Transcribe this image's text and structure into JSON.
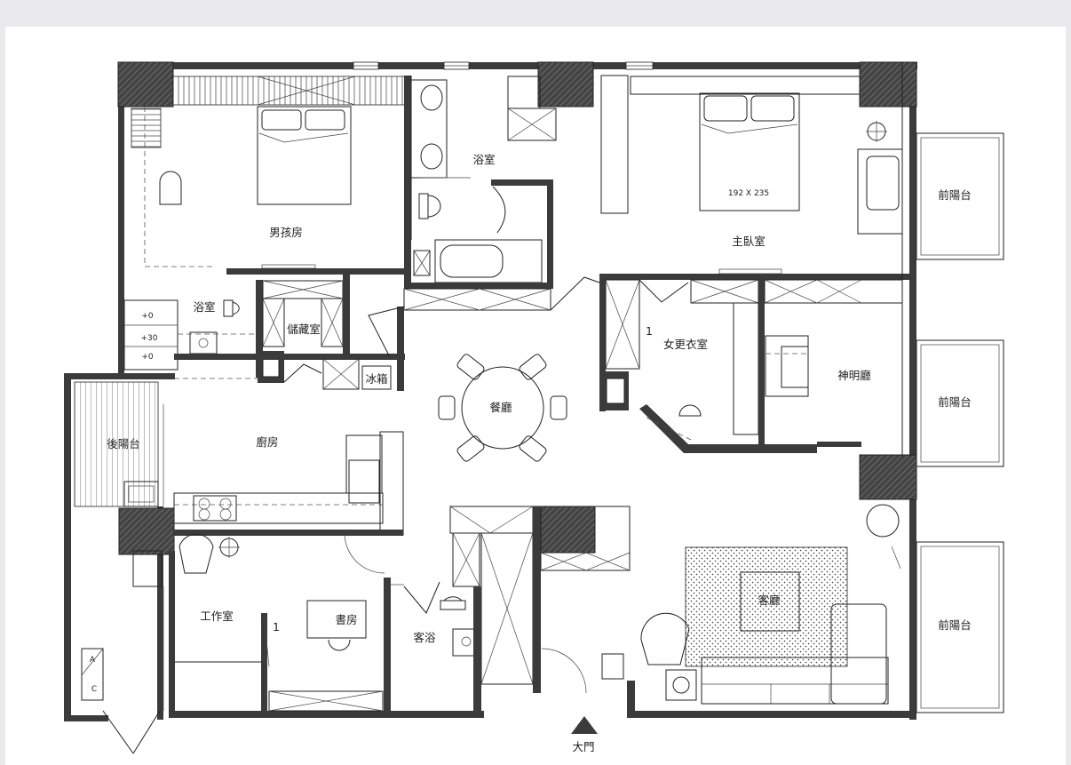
{
  "rooms": {
    "boys_room": "男孩房",
    "bath_top": "浴室",
    "master_bedroom": "主臥室",
    "bath_left": "浴室",
    "storage": "儲藏室",
    "fridge": "冰箱",
    "walk_in_closet": "女更衣室",
    "shrine_room": "神明廳",
    "dining": "餐廳",
    "kitchen": "廚房",
    "back_balcony": "後陽台",
    "front_balcony_1": "前陽台",
    "front_balcony_2": "前陽台",
    "front_balcony_3": "前陽台",
    "studio": "工作室",
    "study": "書房",
    "guest_bath": "客浴",
    "living_room": "客廳",
    "main_door": "大門"
  },
  "annotations": {
    "bed_size": "192 X 235",
    "level_0_a": "+0",
    "level_30": "+30",
    "level_0_b": "+0",
    "ac_a": "A",
    "ac_c": "C",
    "marker_1a": "1",
    "marker_1b": "1"
  },
  "colors": {
    "wall": "#3b3b3b",
    "paper": "#ffffff",
    "background": "#e9e9ee"
  }
}
